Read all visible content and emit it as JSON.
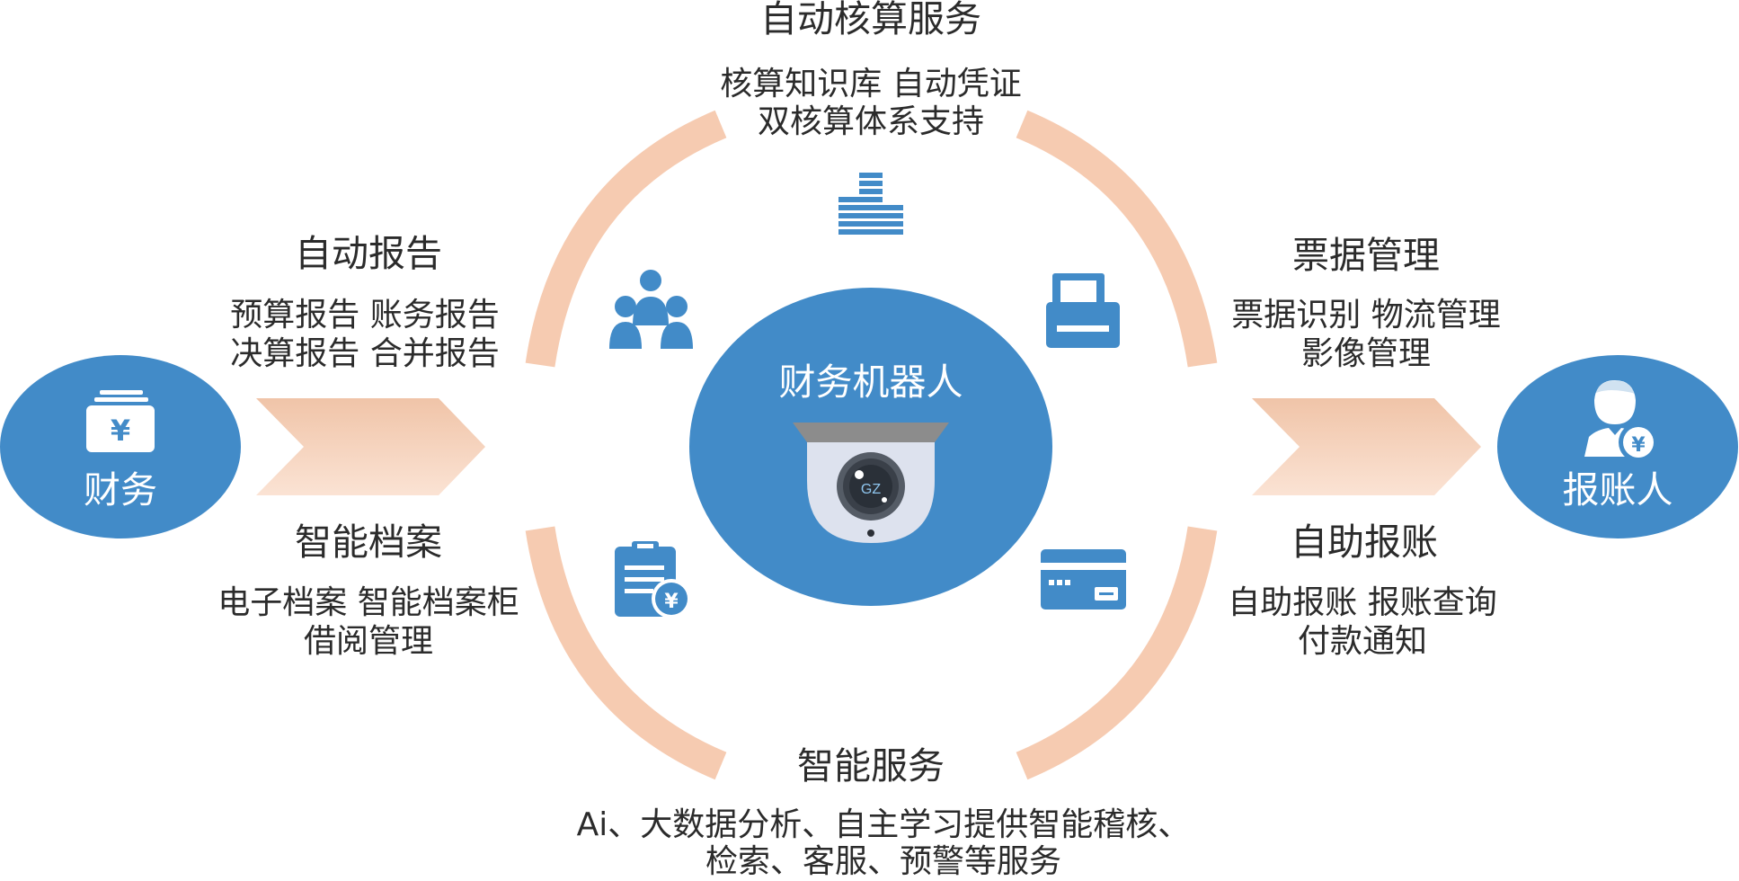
{
  "center": {
    "label": "财务机器人",
    "camera_text": "GZ"
  },
  "left_node": {
    "label": "财务",
    "icon": "yen-cashbox-icon"
  },
  "right_node": {
    "label": "报账人",
    "icon": "person-yen-icon"
  },
  "sections": {
    "auto_accounting": {
      "title": "自动核算服务",
      "lines": [
        "核算知识库 自动凭证",
        "双核算体系支持"
      ],
      "icon": "coin-stack-icon"
    },
    "auto_report": {
      "title": "自动报告",
      "lines": [
        "预算报告 账务报告",
        "决算报告 合并报告"
      ],
      "icon": "team-icon"
    },
    "invoice_mgmt": {
      "title": "票据管理",
      "lines": [
        "票据识别 物流管理",
        "影像管理"
      ],
      "icon": "printer-icon"
    },
    "smart_archive": {
      "title": "智能档案",
      "lines": [
        "电子档案 智能档案柜",
        "借阅管理"
      ],
      "icon": "clipboard-yen-icon"
    },
    "self_reimburse": {
      "title": "自助报账",
      "lines": [
        "自助报账 报账查询",
        "付款通知"
      ],
      "icon": "bank-card-icon"
    },
    "smart_service": {
      "title": "智能服务",
      "lines": [
        "Ai、大数据分析、自主学习提供智能稽核、",
        "检索、客服、预警等服务"
      ]
    }
  },
  "colors": {
    "blue": "#428bc8",
    "arc": "#f6cbb1",
    "arrow_top": "#f0c4a8",
    "arrow_bottom": "#fbe3d4"
  }
}
